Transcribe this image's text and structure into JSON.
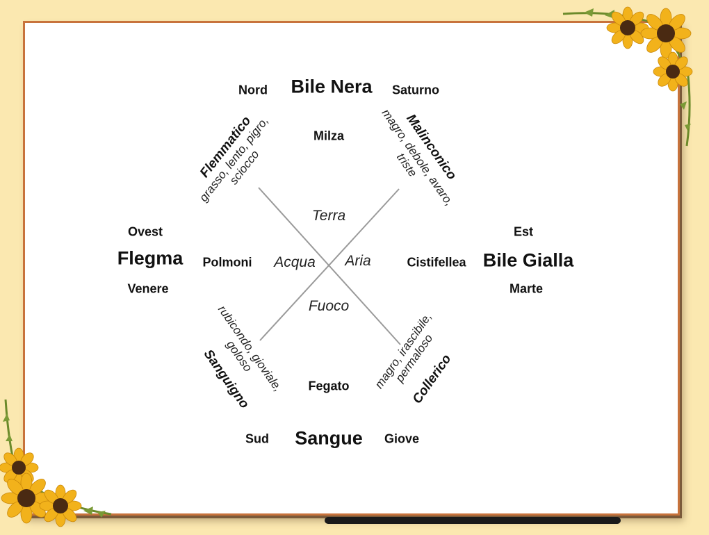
{
  "top": {
    "direction": "Nord",
    "humor": "Bile Nera",
    "planet": "Saturno",
    "organ": "Milza"
  },
  "left": {
    "direction": "Ovest",
    "humor": "Flegma",
    "planet": "Venere",
    "organ": "Polmoni"
  },
  "right": {
    "direction": "Est",
    "humor": "Bile Gialla",
    "planet": "Marte",
    "organ": "Cistifellea"
  },
  "bottom": {
    "direction": "Sud",
    "humor": "Sangue",
    "planet": "Giove",
    "organ": "Fegato"
  },
  "elements": {
    "top": "Terra",
    "left": "Acqua",
    "right": "Aria",
    "bottom": "Fuoco"
  },
  "temperaments": {
    "top_left": {
      "name": "Flemmatico",
      "desc_line1": "grasso, lento, pigro,",
      "desc_line2": "sciocco"
    },
    "top_right": {
      "name": "Malinconico",
      "desc_line1": "magro, debole, avaro,",
      "desc_line2": "triste"
    },
    "bottom_left": {
      "name": "Sanguigno",
      "desc_line1": "rubicondo, gioviale,",
      "desc_line2": "goloso"
    },
    "bottom_right": {
      "name": "Collerico",
      "desc_line1": "magro, irascibile,",
      "desc_line2": "permaloso"
    }
  },
  "colors": {
    "background": "#fbe8b0",
    "border": "#c8733c",
    "line": "#9a9a9a",
    "petal": "#f2b21b",
    "center": "#4a2a12"
  }
}
